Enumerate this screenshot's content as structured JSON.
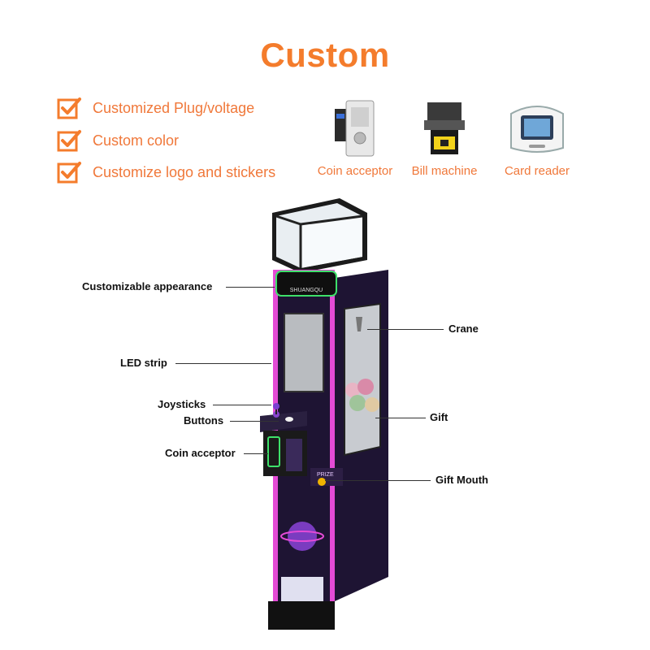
{
  "title": "Custom",
  "colors": {
    "accent": "#f47c2c",
    "led": "#e44bd6",
    "body": "#1e1433"
  },
  "features": [
    {
      "icon": "checkbox-checked-icon",
      "label": "Customized Plug/voltage"
    },
    {
      "icon": "checkbox-checked-icon",
      "label": "Custom color"
    },
    {
      "icon": "checkbox-checked-icon",
      "label": "Customize logo and stickers"
    }
  ],
  "accessories": [
    {
      "icon": "coin-acceptor-icon",
      "label": "Coin acceptor"
    },
    {
      "icon": "bill-machine-icon",
      "label": "Bill machine"
    },
    {
      "icon": "card-reader-icon",
      "label": "Card reader"
    }
  ],
  "callouts": {
    "appearance": "Customizable appearance",
    "led_strip": "LED strip",
    "joysticks": "Joysticks",
    "buttons": "Buttons",
    "coin_acceptor": "Coin acceptor",
    "crane": "Crane",
    "gift": "Gift",
    "gift_mouth": "Gift Mouth"
  },
  "machine": {
    "brand": "SHUANGQU",
    "prize_label": "PRIZE"
  }
}
